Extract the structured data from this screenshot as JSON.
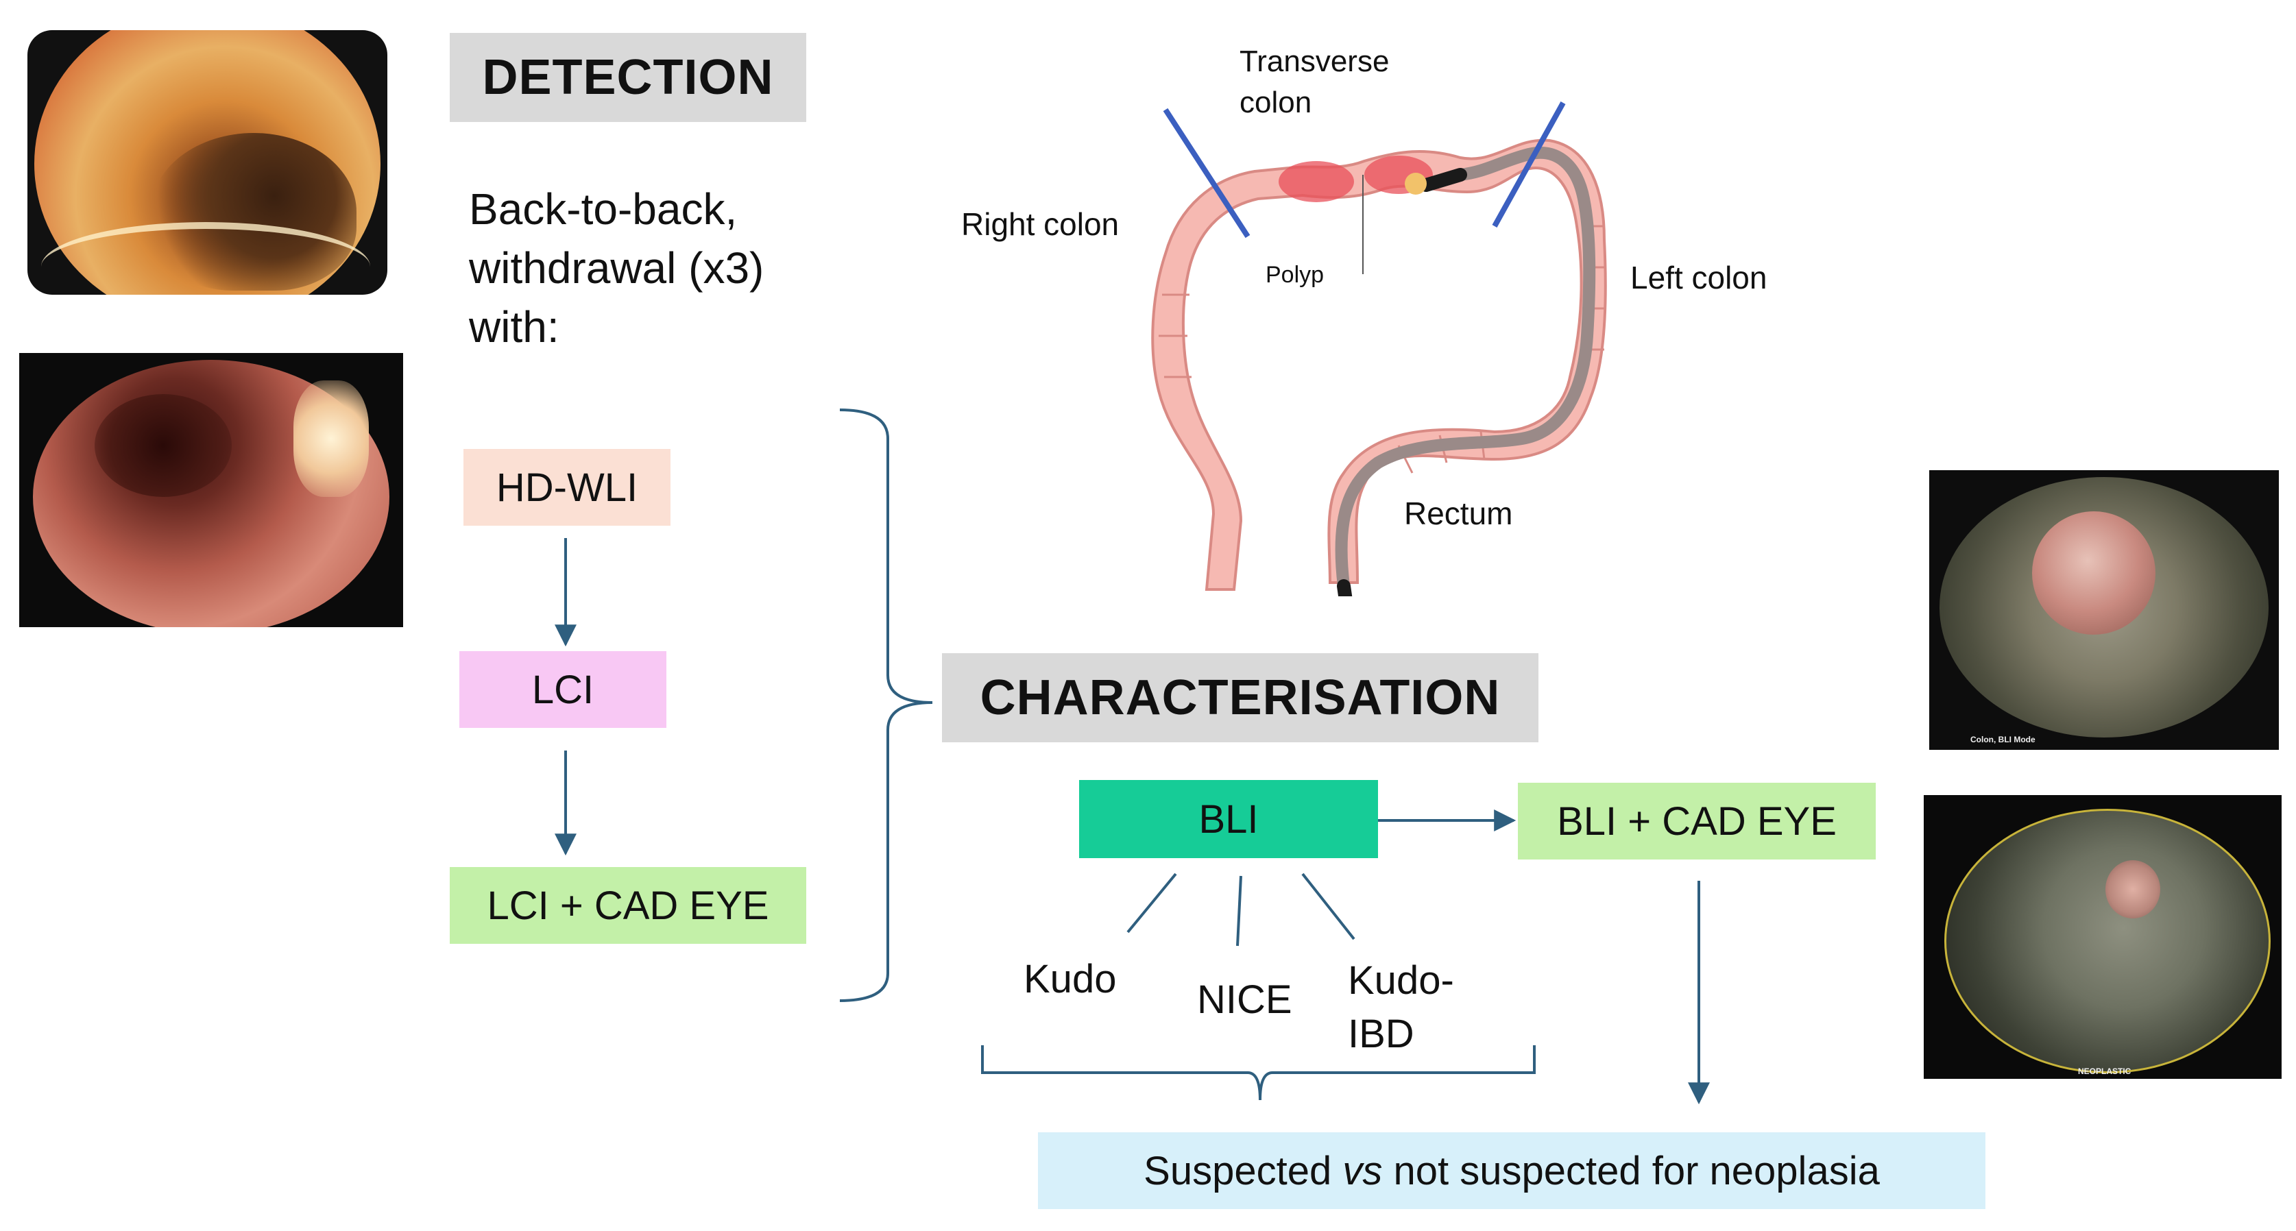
{
  "detection": {
    "heading": "DETECTION",
    "intro_lines": [
      "Back-to-back,",
      "withdrawal (x3)",
      "with:"
    ],
    "steps": [
      "HD-WLI",
      "LCI",
      "LCI + CAD EYE"
    ]
  },
  "characterisation": {
    "heading": "CHARACTERISATION",
    "bli": "BLI",
    "bli_cad": "BLI + CAD EYE",
    "classifications": [
      "Kudo",
      "NICE",
      "Kudo-",
      "IBD"
    ],
    "outcome_before": "Suspected ",
    "outcome_em": "vs",
    "outcome_after": " not suspected for neoplasia"
  },
  "anatomy": {
    "transverse_lines": [
      "Transverse",
      "colon"
    ],
    "right_colon": "Right colon",
    "left_colon": "Left colon",
    "polyp": "Polyp",
    "rectum": "Rectum"
  },
  "images": {
    "bli_mode_caption": "Colon, BLI Mode",
    "neoplastic_caption": "NEOPLASTIC"
  },
  "colors": {
    "hdwli": "#fbe0d4",
    "lci": "#f8c8f4",
    "cad_green": "#c3f0a8",
    "bli_teal": "#16cc97",
    "outcome_blue": "#d7f0fa",
    "heading_gray": "#d9d9d9",
    "arrow": "#2f5f7f",
    "scope_line": "#3b5fc0"
  }
}
